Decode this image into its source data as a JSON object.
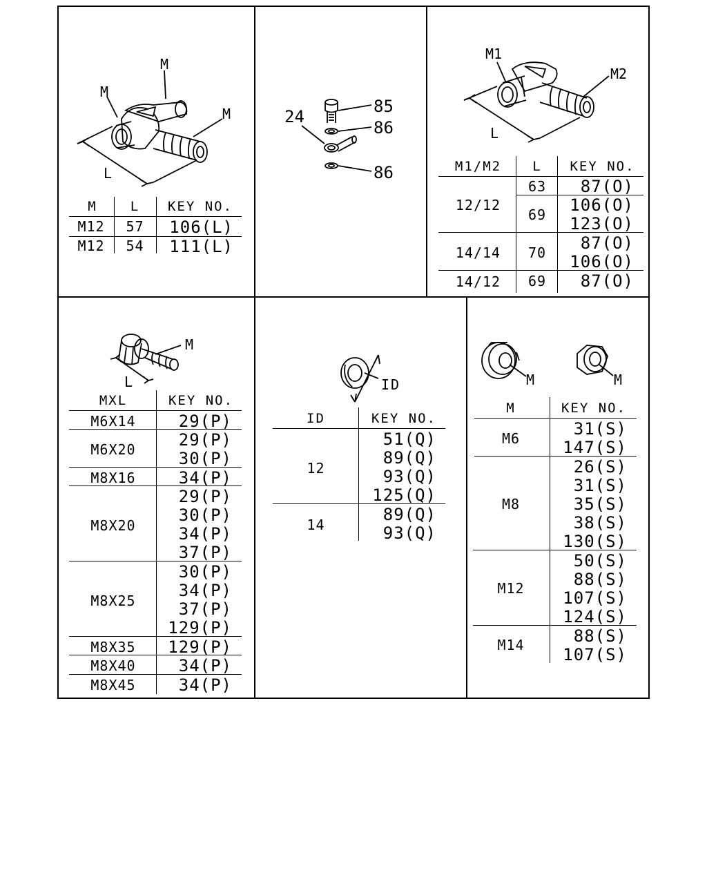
{
  "panel_a": {
    "labels": {
      "m_top": "M",
      "m_left": "M",
      "m_right": "M",
      "dim": "L"
    },
    "headers": [
      "M",
      "L",
      "KEY NO."
    ],
    "rows": [
      {
        "m": "M12",
        "l": "57",
        "key": "106(L)"
      },
      {
        "m": "M12",
        "l": "54",
        "key": "111(L)"
      }
    ]
  },
  "panel_b": {
    "callouts": {
      "c85": "85",
      "c86a": "86",
      "c24": "24",
      "c86b": "86"
    }
  },
  "panel_c": {
    "labels": {
      "m1": "M1",
      "m2": "M2",
      "dim": "L"
    },
    "headers": [
      "M1/M2",
      "L",
      "KEY NO."
    ],
    "groups": [
      {
        "m": "12/12",
        "sub": [
          {
            "l": "63",
            "keys": [
              "87(O)"
            ]
          },
          {
            "l": "69",
            "keys": [
              "106(O)",
              "123(O)"
            ]
          }
        ]
      },
      {
        "m": "14/14",
        "sub": [
          {
            "l": "70",
            "keys": [
              "87(O)",
              "106(O)"
            ]
          }
        ]
      },
      {
        "m": "14/12",
        "sub": [
          {
            "l": "69",
            "keys": [
              "87(O)"
            ]
          }
        ]
      }
    ]
  },
  "panel_d": {
    "labels": {
      "m": "M",
      "dim": "L"
    },
    "headers": [
      "MXL",
      "KEY NO."
    ],
    "groups": [
      {
        "size": "M6X14",
        "keys": [
          "29(P)"
        ]
      },
      {
        "size": "M6X20",
        "keys": [
          "29(P)",
          "30(P)"
        ]
      },
      {
        "size": "M8X16",
        "keys": [
          "34(P)"
        ]
      },
      {
        "size": "M8X20",
        "keys": [
          "29(P)",
          "30(P)",
          "34(P)",
          "37(P)"
        ]
      },
      {
        "size": "M8X25",
        "keys": [
          "30(P)",
          "34(P)",
          "37(P)",
          "129(P)"
        ]
      },
      {
        "size": "M8X35",
        "keys": [
          "129(P)"
        ]
      },
      {
        "size": "M8X40",
        "keys": [
          "34(P)"
        ]
      },
      {
        "size": "M8X45",
        "keys": [
          "34(P)"
        ]
      }
    ]
  },
  "panel_e": {
    "labels": {
      "id": "ID"
    },
    "headers": [
      "ID",
      "KEY NO."
    ],
    "groups": [
      {
        "id": "12",
        "keys": [
          "51(Q)",
          "89(Q)",
          "93(Q)",
          "125(Q)"
        ]
      },
      {
        "id": "14",
        "keys": [
          "89(Q)",
          "93(Q)"
        ]
      }
    ]
  },
  "panel_f": {
    "labels": {
      "m_left": "M",
      "m_right": "M"
    },
    "headers": [
      "M",
      "KEY NO."
    ],
    "groups": [
      {
        "m": "M6",
        "keys": [
          "31(S)",
          "147(S)"
        ]
      },
      {
        "m": "M8",
        "keys": [
          "26(S)",
          "31(S)",
          "35(S)",
          "38(S)",
          "130(S)"
        ]
      },
      {
        "m": "M12",
        "keys": [
          "50(S)",
          "88(S)",
          "107(S)",
          "124(S)"
        ]
      },
      {
        "m": "M14",
        "keys": [
          "88(S)",
          "107(S)"
        ]
      }
    ]
  }
}
